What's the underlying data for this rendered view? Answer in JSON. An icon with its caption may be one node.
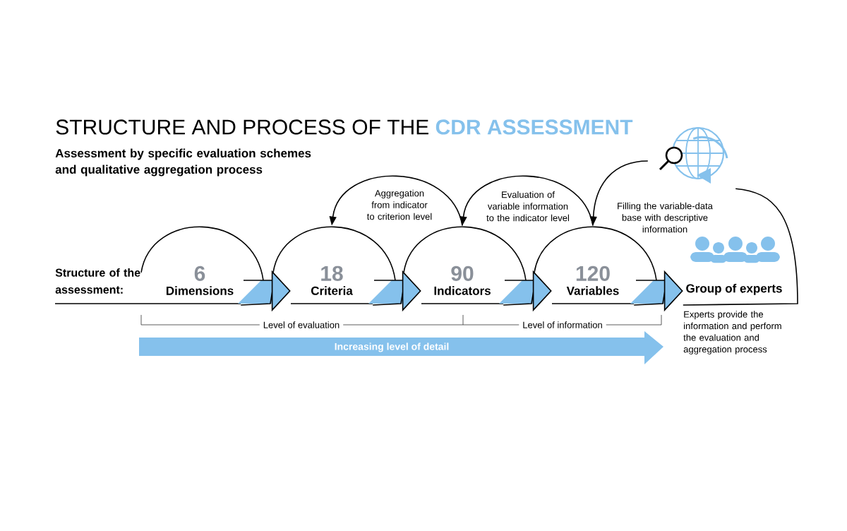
{
  "diagram": {
    "title": "STRUCTURE AND PROCESS OF THE **CDR ASSESSMENT**",
    "nodes": [
      {
        "text": [
          "6",
          "Dimensions"
        ]
      },
      {
        "text": [
          "18",
          "Criteria"
        ]
      },
      {
        "text": [
          "90",
          "Indicators"
        ]
      },
      {
        "text": [
          "120",
          "Variables"
        ]
      },
      {
        "text": [
          "Group of experts"
        ],
        "beside": [
          "Experts provide the information and perform the evaluation and aggregation process"
        ]
      },
      {
        "text": [],
        "shape": "globe"
      }
    ],
    "edges": [
      {
        "from": 0,
        "to": 1,
        "arrow": "to"
      },
      {
        "from": 1,
        "to": 2,
        "arrow": "to"
      },
      {
        "from": 2,
        "to": 3,
        "arrow": "to"
      },
      {
        "from": 3,
        "to": 4,
        "arrow": "to"
      },
      {
        "from": 2,
        "to": 1,
        "arrow": "to",
        "label": "Aggregation from indicator to criterion level"
      },
      {
        "from": 3,
        "to": 2,
        "arrow": "to",
        "label": "Evaluation of variable information to the indicator level"
      },
      {
        "from": 5,
        "to": 3,
        "arrow": "to",
        "label": "Filling the variable-data base with descriptive information"
      },
      {
        "from": 4,
        "to": 5,
        "arrow": "none"
      }
    ],
    "labels": [
      "Assessment by specific evaluation schemes and qualitative aggregation process",
      "Structure of the assessment:",
      "Level of evaluation",
      "Level of information",
      "Increasing level of detail"
    ]
  }
}
